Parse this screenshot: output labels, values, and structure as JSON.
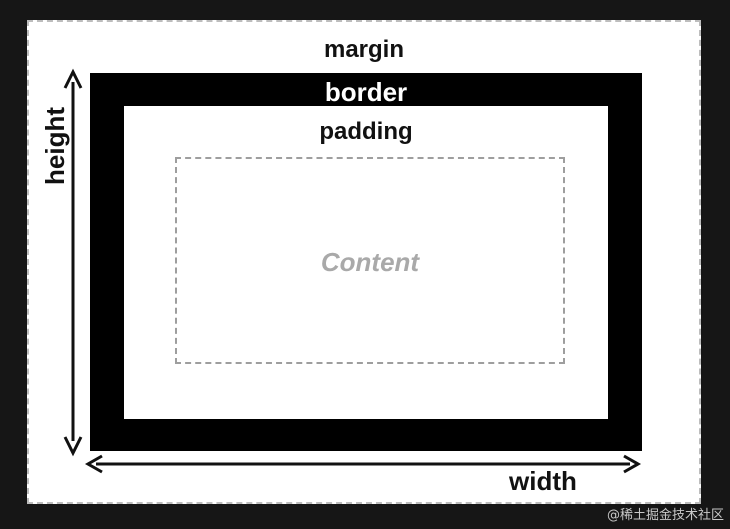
{
  "diagram": {
    "margin_label": "margin",
    "border_label": "border",
    "padding_label": "padding",
    "content_label": "Content",
    "height_label": "height",
    "width_label": "width"
  },
  "watermark": {
    "text": "@稀土掘金技术社区"
  },
  "colors": {
    "background": "#161616",
    "margin_fill": "#ffffff",
    "border_fill": "#000000",
    "content_text": "#a9a9a9"
  }
}
